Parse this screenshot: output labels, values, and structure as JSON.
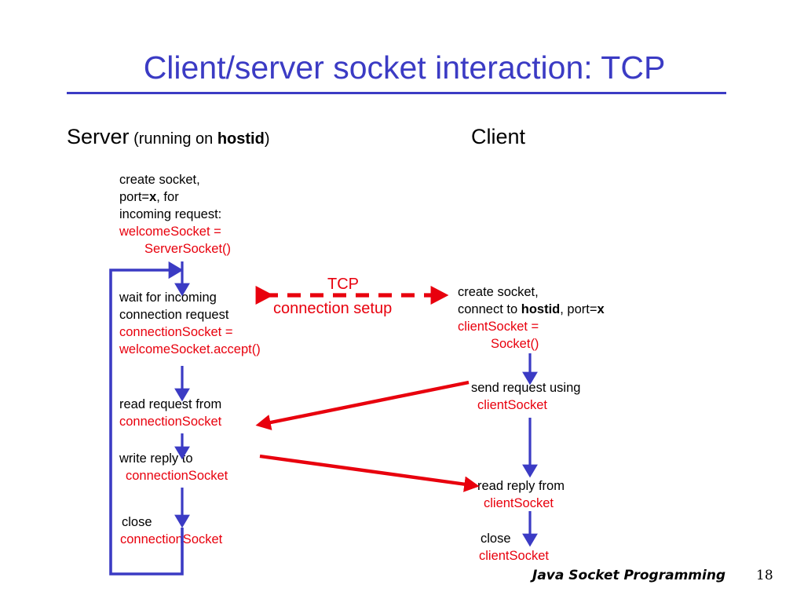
{
  "slide": {
    "title": "Client/server socket interaction: TCP",
    "accent_blue": "#3b3bc4",
    "accent_red": "#e8000d"
  },
  "headings": {
    "server": "Server",
    "server_sub_pre": " (running on ",
    "server_sub_bold": "hostid",
    "server_sub_post": ")",
    "client": "Client"
  },
  "server": {
    "create": {
      "l1": "create socket,",
      "l2_pre": "port=",
      "l2_bold": "x",
      "l2_post": ", for",
      "l3": "incoming request:",
      "l4": "welcomeSocket =",
      "l5": "ServerSocket()"
    },
    "wait": {
      "l1": "wait for incoming",
      "l2": "connection request",
      "l3": "connectionSocket =",
      "l4": "welcomeSocket.accept()"
    },
    "read": {
      "l1": "read request from",
      "l2": "connectionSocket"
    },
    "write": {
      "l1": "write reply to",
      "l2": "connectionSocket"
    },
    "close": {
      "l1": "close",
      "l2": "connectionSocket"
    }
  },
  "client": {
    "create": {
      "l1": "create socket,",
      "l2_pre": "connect to ",
      "l2_bold": "hostid",
      "l2_mid": ", port=",
      "l2_bold2": "x",
      "l3": "clientSocket =",
      "l4": "Socket()"
    },
    "send": {
      "l1": "send request using",
      "l2": "clientSocket"
    },
    "read": {
      "l1": "read reply from",
      "l2": "clientSocket"
    },
    "close": {
      "l1": "close",
      "l2": "clientSocket"
    }
  },
  "tcp": {
    "top": "TCP",
    "bottom": "connection setup"
  },
  "footer": {
    "title": "Java Socket Programming",
    "page": "18"
  }
}
